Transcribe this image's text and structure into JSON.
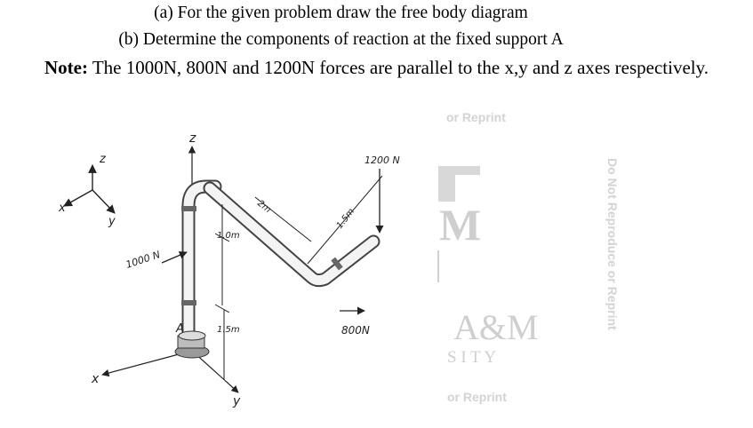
{
  "problem": {
    "part_a": "(a) For the given problem draw the free body diagram",
    "part_b": "(b) Determine the components of reaction at the fixed support A",
    "note_label": "Note:",
    "note_text": " The 1000N, 800N and 1200N forces are parallel to the x,y and z axes respectively."
  },
  "figure": {
    "axis_z": "z",
    "axis_y": "y",
    "axis_x": "x",
    "support_label": "A",
    "force_1000": "1000 N",
    "force_800": "800N",
    "force_1200": "1200 N",
    "dim_1": "1.0m",
    "dim_2": "1.5m",
    "dim_3": "2m",
    "dim_4": "1.5m"
  },
  "watermark": {
    "reprint_top": "or Reprint",
    "logo_letter": "M",
    "brand": "A&M",
    "university_fragment": "S I T Y",
    "reprint_bottom": "or Reprint",
    "vertical": "Do Not Reproduce or Reprint"
  }
}
